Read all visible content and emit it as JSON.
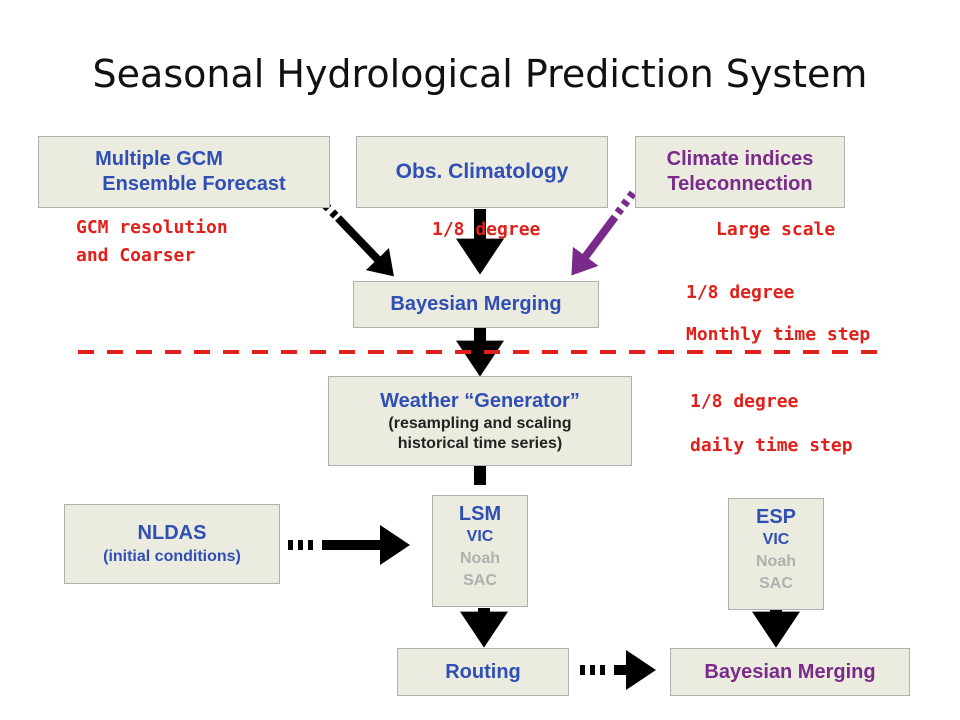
{
  "title": "Seasonal Hydrological Prediction System",
  "boxes": {
    "gcm": {
      "line1": "Multiple GCM",
      "line2": "Ensemble Forecast"
    },
    "obs": {
      "line1": "Obs. Climatology"
    },
    "indices": {
      "line1": "Climate indices",
      "line2": "Teleconnection"
    },
    "bayes_top": {
      "line1": "Bayesian Merging"
    },
    "weather": {
      "line1": "Weather “Generator”",
      "line2": "(resampling and scaling",
      "line3": "historical time series)"
    },
    "nldas": {
      "line1": "NLDAS",
      "line2": "(initial conditions)"
    },
    "lsm": {
      "title": "LSM",
      "models": [
        "VIC",
        "Noah",
        "SAC"
      ]
    },
    "esp": {
      "title": "ESP",
      "models": [
        "VIC",
        "Noah",
        "SAC"
      ]
    },
    "routing": {
      "line1": "Routing"
    },
    "bayes_bottom": {
      "line1": "Bayesian Merging"
    }
  },
  "notes": {
    "gcm_res": [
      "GCM resolution",
      "and Coarser"
    ],
    "obs_res": "1/8 degree",
    "large_scale": "Large scale",
    "monthly": [
      "1/8 degree",
      "Monthly time step"
    ],
    "daily": [
      "1/8 degree",
      "daily time step"
    ]
  },
  "colors": {
    "box_fill": "#ebebdf",
    "blue_text": "#2f4fb5",
    "purple_text": "#7a2a8a",
    "red_text": "#e0201a",
    "gray_text": "#b0b0b0",
    "purple_arrow": "#7a2a8a"
  }
}
